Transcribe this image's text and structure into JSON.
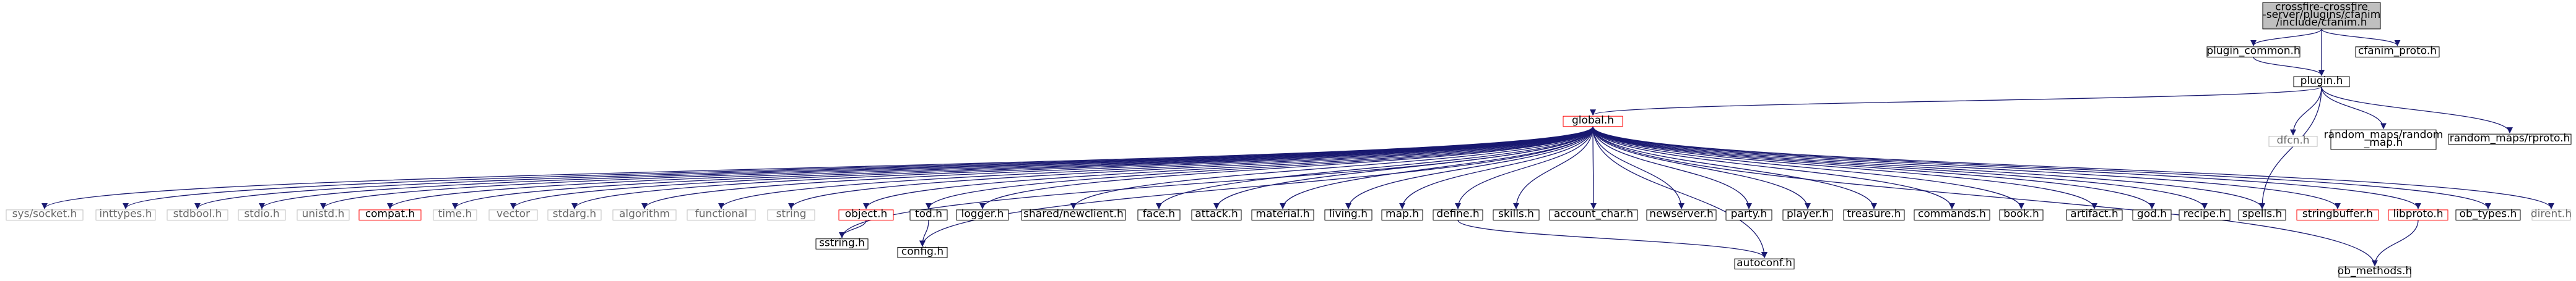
{
  "diagram": {
    "root": {
      "lines": [
        "crossfire-crossfire",
        "-server/plugins/cfanim",
        "/include/cfanim.h"
      ]
    },
    "nodes": {
      "plugin_common": "plugin_common.h",
      "cfanim_proto": "cfanim_proto.h",
      "plugin": "plugin.h",
      "global": "global.h",
      "dfcn": "dfcn.h",
      "random_map": [
        "random_maps/random",
        "_map.h"
      ],
      "rproto": "random_maps/rproto.h",
      "sys_socket": "sys/socket.h",
      "inttypes": "inttypes.h",
      "stdbool": "stdbool.h",
      "stdio": "stdio.h",
      "unistd": "unistd.h",
      "compat": "compat.h",
      "time": "time.h",
      "vector": "vector",
      "stdarg": "stdarg.h",
      "algorithm": "algorithm",
      "functional": "functional",
      "string": "string",
      "object": "object.h",
      "tod": "tod.h",
      "logger": "logger.h",
      "newclient": "shared/newclient.h",
      "face": "face.h",
      "attack": "attack.h",
      "material": "material.h",
      "living": "living.h",
      "map": "map.h",
      "define": "define.h",
      "skills": "skills.h",
      "account_char": "account_char.h",
      "newserver": "newserver.h",
      "party": "party.h",
      "player": "player.h",
      "treasure": "treasure.h",
      "commands": "commands.h",
      "book": "book.h",
      "artifact": "artifact.h",
      "god": "god.h",
      "recipe": "recipe.h",
      "spells": "spells.h",
      "stringbuffer": "stringbuffer.h",
      "libproto": "libproto.h",
      "ob_types": "ob_types.h",
      "dirent": "dirent.h",
      "sstring": "sstring.h",
      "config": "config.h",
      "autoconf": "autoconf.h",
      "ob_methods": "ob_methods.h"
    },
    "colors": {
      "edge": "#191970",
      "node_border": "#000000",
      "missing_border": "#bfbfbf",
      "linked_border": "#ff0000",
      "root_fill": "#bfbfbf",
      "node_fill": "#ffffff"
    }
  }
}
